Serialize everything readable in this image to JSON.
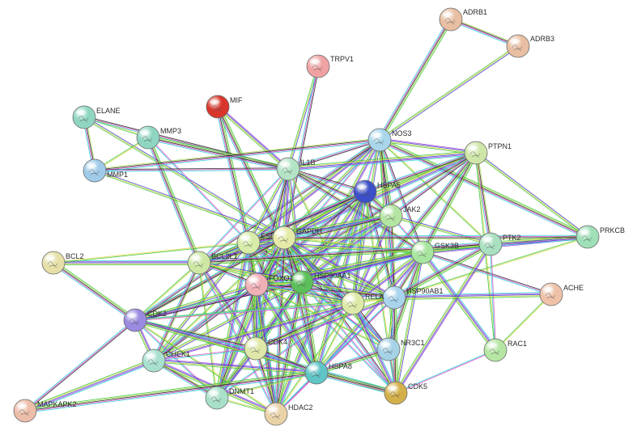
{
  "network": {
    "nodes": [
      {
        "id": "ADRB1",
        "label": "ADRB1",
        "color": "#e8bfa3"
      },
      {
        "id": "ADRB3",
        "label": "ADRB3",
        "color": "#e8bfa3"
      },
      {
        "id": "TRPV1",
        "label": "TRPV1",
        "color": "#f0a2a2"
      },
      {
        "id": "MIF",
        "label": "MIF",
        "color": "#d9352b"
      },
      {
        "id": "ELANE",
        "label": "ELANE",
        "color": "#8fd6c2"
      },
      {
        "id": "MMP3",
        "label": "MMP3",
        "color": "#8fd6c2"
      },
      {
        "id": "MMP1",
        "label": "MMP1",
        "color": "#9fcbe8"
      },
      {
        "id": "NOS3",
        "label": "NOS3",
        "color": "#a9d6ea"
      },
      {
        "id": "PTPN1",
        "label": "PTPN1",
        "color": "#cfe6a9"
      },
      {
        "id": "IL1B",
        "label": "IL1B",
        "color": "#b4e4c6"
      },
      {
        "id": "HSPA5",
        "label": "HSPA5",
        "color": "#3b4fc8"
      },
      {
        "id": "JAK2",
        "label": "JAK2",
        "color": "#b4e4a2"
      },
      {
        "id": "PRKCB",
        "label": "PRKCB",
        "color": "#9fe0b8"
      },
      {
        "id": "BCL2",
        "label": "BCL2",
        "color": "#e6e0a8"
      },
      {
        "id": "ESR1",
        "label": "ESR1",
        "color": "#d6eca8"
      },
      {
        "id": "GAPDH",
        "label": "GAPDH",
        "color": "#e6eaa8"
      },
      {
        "id": "GSK3B",
        "label": "GSK3B",
        "color": "#a8e6a0"
      },
      {
        "id": "PTK2",
        "label": "PTK2",
        "color": "#a8e0c0"
      },
      {
        "id": "BCL2L1",
        "label": "BCL2L1",
        "color": "#cde8a4"
      },
      {
        "id": "HSP90AA1",
        "label": "HSP90AA1",
        "color": "#5cbf5a"
      },
      {
        "id": "FOXO1",
        "label": "FOXO1",
        "color": "#f0b0b6"
      },
      {
        "id": "HSP90AB1",
        "label": "HSP90AB1",
        "color": "#a8d4ee"
      },
      {
        "id": "ACHE",
        "label": "ACHE",
        "color": "#efc2a8"
      },
      {
        "id": "RELA",
        "label": "RELA",
        "color": "#dceaa8"
      },
      {
        "id": "CDK2",
        "label": "CDK2",
        "color": "#9b8ae0"
      },
      {
        "id": "CHEK1",
        "label": "CHEK1",
        "color": "#a8e0d0"
      },
      {
        "id": "CDK4",
        "label": "CDK4",
        "color": "#dfe8a8"
      },
      {
        "id": "NR3C1",
        "label": "NR3C1",
        "color": "#a6d2e6"
      },
      {
        "id": "RAC1",
        "label": "RAC1",
        "color": "#b6e6a4"
      },
      {
        "id": "HSPA8",
        "label": "HSPA8",
        "color": "#5fc4c6"
      },
      {
        "id": "CDK5",
        "label": "CDK5",
        "color": "#d4b04a"
      },
      {
        "id": "DNMT1",
        "label": "DNMT1",
        "color": "#a8e0c8"
      },
      {
        "id": "HDAC2",
        "label": "HDAC2",
        "color": "#ead2a8"
      },
      {
        "id": "MAPKAPK2",
        "label": "MAPKAPK2",
        "color": "#ecbda8"
      }
    ],
    "edges": [
      [
        "ADRB1",
        "ADRB3"
      ],
      [
        "ADRB1",
        "NOS3"
      ],
      [
        "ADRB3",
        "NOS3"
      ],
      [
        "TRPV1",
        "IL1B"
      ],
      [
        "TRPV1",
        "GAPDH"
      ],
      [
        "MIF",
        "ESR1"
      ],
      [
        "MIF",
        "IL1B"
      ],
      [
        "MIF",
        "HSP90AA1"
      ],
      [
        "ELANE",
        "MMP3"
      ],
      [
        "ELANE",
        "MMP1"
      ],
      [
        "ELANE",
        "IL1B"
      ],
      [
        "ELANE",
        "GAPDH"
      ],
      [
        "MMP3",
        "MMP1"
      ],
      [
        "MMP3",
        "IL1B"
      ],
      [
        "MMP3",
        "ESR1"
      ],
      [
        "MMP3",
        "BCL2L1"
      ],
      [
        "MMP1",
        "IL1B"
      ],
      [
        "MMP1",
        "NOS3"
      ],
      [
        "MMP1",
        "GAPDH"
      ],
      [
        "NOS3",
        "IL1B"
      ],
      [
        "NOS3",
        "HSPA5"
      ],
      [
        "NOS3",
        "JAK2"
      ],
      [
        "NOS3",
        "GAPDH"
      ],
      [
        "NOS3",
        "ESR1"
      ],
      [
        "NOS3",
        "GSK3B"
      ],
      [
        "NOS3",
        "PTK2"
      ],
      [
        "NOS3",
        "PRKCB"
      ],
      [
        "NOS3",
        "HSP90AA1"
      ],
      [
        "NOS3",
        "HSP90AB1"
      ],
      [
        "NOS3",
        "RELA"
      ],
      [
        "NOS3",
        "CDK5"
      ],
      [
        "NOS3",
        "FOXO1"
      ],
      [
        "NOS3",
        "BCL2L1"
      ],
      [
        "NOS3",
        "PTPN1"
      ],
      [
        "PTPN1",
        "IL1B"
      ],
      [
        "PTPN1",
        "JAK2"
      ],
      [
        "PTPN1",
        "GSK3B"
      ],
      [
        "PTPN1",
        "PTK2"
      ],
      [
        "PTPN1",
        "ESR1"
      ],
      [
        "PTPN1",
        "GAPDH"
      ],
      [
        "PTPN1",
        "HSPA5"
      ],
      [
        "PTPN1",
        "RELA"
      ],
      [
        "PTPN1",
        "RAC1"
      ],
      [
        "PTPN1",
        "PRKCB"
      ],
      [
        "PTPN1",
        "FOXO1"
      ],
      [
        "IL1B",
        "HSPA5"
      ],
      [
        "IL1B",
        "ESR1"
      ],
      [
        "IL1B",
        "GAPDH"
      ],
      [
        "IL1B",
        "JAK2"
      ],
      [
        "IL1B",
        "HSP90AA1"
      ],
      [
        "IL1B",
        "RELA"
      ],
      [
        "IL1B",
        "BCL2L1"
      ],
      [
        "IL1B",
        "CDK4"
      ],
      [
        "IL1B",
        "FOXO1"
      ],
      [
        "IL1B",
        "GSK3B"
      ],
      [
        "HSPA5",
        "JAK2"
      ],
      [
        "HSPA5",
        "GAPDH"
      ],
      [
        "HSPA5",
        "ESR1"
      ],
      [
        "HSPA5",
        "HSP90AA1"
      ],
      [
        "HSPA5",
        "HSP90AB1"
      ],
      [
        "HSPA5",
        "HSPA8"
      ],
      [
        "HSPA5",
        "RELA"
      ],
      [
        "HSPA5",
        "CDK2"
      ],
      [
        "HSPA5",
        "BCL2L1"
      ],
      [
        "HSPA5",
        "FOXO1"
      ],
      [
        "HSPA5",
        "CDK5"
      ],
      [
        "HSPA5",
        "CHEK1"
      ],
      [
        "HSPA5",
        "HDAC2"
      ],
      [
        "JAK2",
        "GAPDH"
      ],
      [
        "JAK2",
        "ESR1"
      ],
      [
        "JAK2",
        "HSP90AA1"
      ],
      [
        "JAK2",
        "GSK3B"
      ],
      [
        "JAK2",
        "PTK2"
      ],
      [
        "JAK2",
        "RELA"
      ],
      [
        "JAK2",
        "FOXO1"
      ],
      [
        "JAK2",
        "BCL2L1"
      ],
      [
        "JAK2",
        "HSP90AB1"
      ],
      [
        "PRKCB",
        "GSK3B"
      ],
      [
        "PRKCB",
        "PTK2"
      ],
      [
        "PRKCB",
        "HSP90AB1"
      ],
      [
        "PRKCB",
        "GAPDH"
      ],
      [
        "BCL2",
        "BCL2L1"
      ],
      [
        "BCL2",
        "CDK2"
      ],
      [
        "BCL2",
        "ESR1"
      ],
      [
        "ESR1",
        "GAPDH"
      ],
      [
        "ESR1",
        "BCL2L1"
      ],
      [
        "ESR1",
        "HSP90AA1"
      ],
      [
        "ESR1",
        "FOXO1"
      ],
      [
        "ESR1",
        "RELA"
      ],
      [
        "ESR1",
        "CDK2"
      ],
      [
        "ESR1",
        "CHEK1"
      ],
      [
        "ESR1",
        "CDK4"
      ],
      [
        "ESR1",
        "HSPA8"
      ],
      [
        "ESR1",
        "DNMT1"
      ],
      [
        "ESR1",
        "HDAC2"
      ],
      [
        "ESR1",
        "GSK3B"
      ],
      [
        "ESR1",
        "HSP90AB1"
      ],
      [
        "ESR1",
        "NR3C1"
      ],
      [
        "ESR1",
        "CDK5"
      ],
      [
        "GAPDH",
        "HSP90AA1"
      ],
      [
        "GAPDH",
        "FOXO1"
      ],
      [
        "GAPDH",
        "RELA"
      ],
      [
        "GAPDH",
        "GSK3B"
      ],
      [
        "GAPDH",
        "BCL2L1"
      ],
      [
        "GAPDH",
        "HSPA8"
      ],
      [
        "GAPDH",
        "CDK2"
      ],
      [
        "GAPDH",
        "CDK4"
      ],
      [
        "GAPDH",
        "HDAC2"
      ],
      [
        "GAPDH",
        "DNMT1"
      ],
      [
        "GAPDH",
        "CDK5"
      ],
      [
        "GAPDH",
        "HSP90AB1"
      ],
      [
        "GAPDH",
        "CHEK1"
      ],
      [
        "GAPDH",
        "NR3C1"
      ],
      [
        "GSK3B",
        "PTK2"
      ],
      [
        "GSK3B",
        "HSP90AB1"
      ],
      [
        "GSK3B",
        "HSP90AA1"
      ],
      [
        "GSK3B",
        "RELA"
      ],
      [
        "GSK3B",
        "CDK5"
      ],
      [
        "GSK3B",
        "NR3C1"
      ],
      [
        "GSK3B",
        "FOXO1"
      ],
      [
        "GSK3B",
        "CDK2"
      ],
      [
        "GSK3B",
        "ACHE"
      ],
      [
        "GSK3B",
        "HSPA8"
      ],
      [
        "GSK3B",
        "RAC1"
      ],
      [
        "PTK2",
        "RAC1"
      ],
      [
        "PTK2",
        "HSP90AB1"
      ],
      [
        "PTK2",
        "BCL2L1"
      ],
      [
        "PTK2",
        "CDK5"
      ],
      [
        "BCL2L1",
        "CDK2"
      ],
      [
        "BCL2L1",
        "CHEK1"
      ],
      [
        "BCL2L1",
        "HSP90AA1"
      ],
      [
        "BCL2L1",
        "FOXO1"
      ],
      [
        "BCL2L1",
        "DNMT1"
      ],
      [
        "BCL2L1",
        "CDK4"
      ],
      [
        "BCL2L1",
        "HDAC2"
      ],
      [
        "BCL2L1",
        "RELA"
      ],
      [
        "HSP90AA1",
        "FOXO1"
      ],
      [
        "HSP90AA1",
        "HSP90AB1"
      ],
      [
        "HSP90AA1",
        "RELA"
      ],
      [
        "HSP90AA1",
        "CDK4"
      ],
      [
        "HSP90AA1",
        "CDK2"
      ],
      [
        "HSP90AA1",
        "HSPA8"
      ],
      [
        "HSP90AA1",
        "NR3C1"
      ],
      [
        "HSP90AA1",
        "CDK5"
      ],
      [
        "HSP90AA1",
        "HDAC2"
      ],
      [
        "HSP90AA1",
        "CHEK1"
      ],
      [
        "HSP90AA1",
        "DNMT1"
      ],
      [
        "FOXO1",
        "RELA"
      ],
      [
        "FOXO1",
        "CDK2"
      ],
      [
        "FOXO1",
        "CDK4"
      ],
      [
        "FOXO1",
        "HDAC2"
      ],
      [
        "FOXO1",
        "DNMT1"
      ],
      [
        "FOXO1",
        "HSPA8"
      ],
      [
        "FOXO1",
        "CHEK1"
      ],
      [
        "FOXO1",
        "HSP90AB1"
      ],
      [
        "FOXO1",
        "NR3C1"
      ],
      [
        "HSP90AB1",
        "RELA"
      ],
      [
        "HSP90AB1",
        "NR3C1"
      ],
      [
        "HSP90AB1",
        "HSPA8"
      ],
      [
        "HSP90AB1",
        "CDK4"
      ],
      [
        "HSP90AB1",
        "CDK5"
      ],
      [
        "HSP90AB1",
        "ACHE"
      ],
      [
        "HSP90AB1",
        "CDK2"
      ],
      [
        "HSP90AB1",
        "HDAC2"
      ],
      [
        "ACHE",
        "RAC1"
      ],
      [
        "RELA",
        "HDAC2"
      ],
      [
        "RELA",
        "CDK4"
      ],
      [
        "RELA",
        "HSPA8"
      ],
      [
        "RELA",
        "NR3C1"
      ],
      [
        "RELA",
        "CDK2"
      ],
      [
        "RELA",
        "DNMT1"
      ],
      [
        "RELA",
        "CDK5"
      ],
      [
        "RELA",
        "CHEK1"
      ],
      [
        "CDK2",
        "CHEK1"
      ],
      [
        "CDK2",
        "CDK4"
      ],
      [
        "CDK2",
        "DNMT1"
      ],
      [
        "CDK2",
        "HDAC2"
      ],
      [
        "CDK2",
        "HSPA8"
      ],
      [
        "CDK2",
        "MAPKAPK2"
      ],
      [
        "CDK2",
        "CDK5"
      ],
      [
        "CHEK1",
        "CDK4"
      ],
      [
        "CHEK1",
        "DNMT1"
      ],
      [
        "CHEK1",
        "HDAC2"
      ],
      [
        "CHEK1",
        "MAPKAPK2"
      ],
      [
        "CHEK1",
        "HSPA8"
      ],
      [
        "CDK4",
        "DNMT1"
      ],
      [
        "CDK4",
        "HDAC2"
      ],
      [
        "CDK4",
        "HSPA8"
      ],
      [
        "NR3C1",
        "HSPA8"
      ],
      [
        "NR3C1",
        "CDK5"
      ],
      [
        "RAC1",
        "CDK5"
      ],
      [
        "HSPA8",
        "HDAC2"
      ],
      [
        "HSPA8",
        "DNMT1"
      ],
      [
        "HSPA8",
        "CDK5"
      ],
      [
        "DNMT1",
        "HDAC2"
      ],
      [
        "MAPKAPK2",
        "HSPA8"
      ]
    ]
  }
}
